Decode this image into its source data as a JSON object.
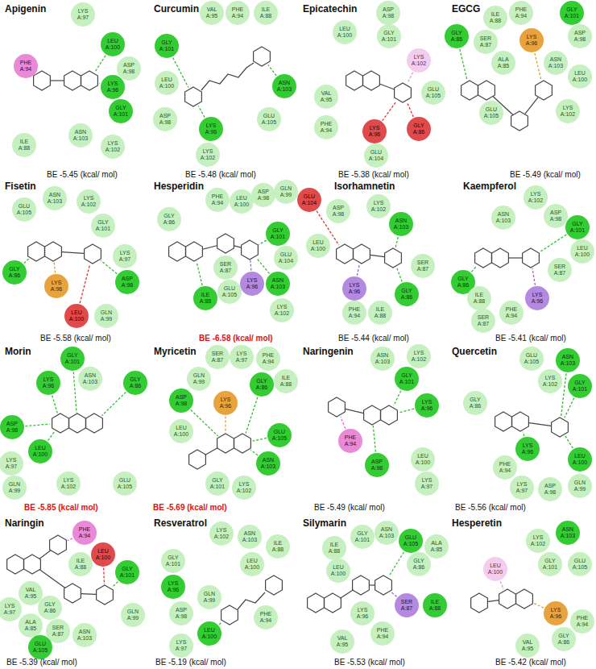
{
  "diagram": {
    "nodes": [
      {
        "text": [
          "LYS A:97"
        ]
      },
      {
        "text": [
          "LEU A:100"
        ]
      },
      {
        "text": [
          "PHE A:94"
        ]
      },
      {
        "text": [
          "ASP A:98"
        ]
      },
      {
        "text": [
          "LYS A:96"
        ]
      },
      {
        "text": [
          "GLY A:101"
        ]
      },
      {
        "text": [
          "ASN A:103"
        ]
      },
      {
        "text": [
          "ILE A:88"
        ]
      },
      {
        "text": [
          "LYS A:102"
        ]
      },
      {
        "text": [
          "VAL A:95"
        ]
      },
      {
        "text": [
          "PHE A:94"
        ]
      },
      {
        "text": [
          "ILE A:88"
        ]
      },
      {
        "text": [
          "GLY A:101"
        ]
      },
      {
        "text": [
          "LEU A:100"
        ]
      },
      {
        "text": [
          "ASN A:103"
        ]
      },
      {
        "text": [
          "ASP A:98"
        ]
      },
      {
        "text": [
          "GLU A:105"
        ]
      },
      {
        "text": [
          "LYS A:96"
        ]
      },
      {
        "text": [
          "LYS A:102"
        ]
      },
      {
        "text": [
          "ASP A:98"
        ]
      },
      {
        "text": [
          "LEU A:100"
        ]
      },
      {
        "text": [
          "GLY A:101"
        ]
      },
      {
        "text": [
          "LYS A:102"
        ]
      },
      {
        "text": [
          "GLU A:105"
        ]
      },
      {
        "text": [
          "VAL A:95"
        ]
      },
      {
        "text": [
          "PHE A:94"
        ]
      },
      {
        "text": [
          "LYS A:96"
        ]
      },
      {
        "text": [
          "GLY A:86"
        ]
      },
      {
        "text": [
          "GLU A:104"
        ]
      },
      {
        "text": [
          "ILE A:88"
        ]
      },
      {
        "text": [
          "PHE A:94"
        ]
      },
      {
        "text": [
          "GLY A:101"
        ]
      },
      {
        "text": [
          "GLY A:86"
        ]
      },
      {
        "text": [
          "SER A:87"
        ]
      },
      {
        "text": [
          "LYS A:96"
        ]
      },
      {
        "text": [
          "ASP A:98"
        ]
      },
      {
        "text": [
          "ALA A:85"
        ]
      },
      {
        "text": [
          "ASN A:103"
        ]
      },
      {
        "text": [
          "LEU A:100"
        ]
      },
      {
        "text": [
          "LYS A:102"
        ]
      },
      {
        "text": [
          "GLU A:105"
        ]
      },
      {
        "text": [
          "GLU A:105"
        ]
      },
      {
        "text": [
          "ASN A:103"
        ]
      },
      {
        "text": [
          "LYS A:102"
        ]
      },
      {
        "text": [
          "GLY A:101"
        ]
      },
      {
        "text": [
          "LYS A:97"
        ]
      },
      {
        "text": [
          "GLY A:86"
        ]
      },
      {
        "text": [
          "ASP A:98"
        ]
      },
      {
        "text": [
          "LYS A:96"
        ]
      },
      {
        "text": [
          "LEU A:100"
        ]
      },
      {
        "text": [
          "GLN A:99"
        ]
      },
      {
        "text": [
          "PHE A:94"
        ]
      },
      {
        "text": [
          "LEU A:100"
        ]
      },
      {
        "text": [
          "ASP A:98"
        ]
      },
      {
        "text": [
          "GLN A:99"
        ]
      },
      {
        "text": [
          "GLY A:86"
        ]
      },
      {
        "text": [
          "GLY A:101"
        ]
      },
      {
        "text": [
          "GLU A:104"
        ]
      },
      {
        "text": [
          "SER A:87"
        ]
      },
      {
        "text": [
          "ASN A:103"
        ]
      },
      {
        "text": [
          "LYS A:96"
        ]
      },
      {
        "text": [
          "GLU A:105"
        ]
      },
      {
        "text": [
          "ILE A:88"
        ]
      },
      {
        "text": [
          "LYS A:102"
        ]
      },
      {
        "text": [
          "GLU A:104"
        ]
      },
      {
        "text": [
          "ASP A:98"
        ]
      },
      {
        "text": [
          "LYS A:102"
        ]
      },
      {
        "text": [
          "ASN A:103"
        ]
      },
      {
        "text": [
          "LEU A:100"
        ]
      },
      {
        "text": [
          "SER A:87"
        ]
      },
      {
        "text": [
          "LYS A:96"
        ]
      },
      {
        "text": [
          "GLY A:86"
        ]
      },
      {
        "text": [
          "PHE A:94"
        ]
      },
      {
        "text": [
          "ILE A:88"
        ]
      },
      {
        "text": [
          "LYS A:102"
        ]
      },
      {
        "text": [
          "ASP A:98"
        ]
      },
      {
        "text": [
          "ASN A:103"
        ]
      },
      {
        "text": [
          "GLY A:101"
        ]
      },
      {
        "text": [
          "LEU A:100"
        ]
      },
      {
        "text": [
          "SER A:87"
        ]
      },
      {
        "text": [
          "GLY A:86"
        ]
      },
      {
        "text": [
          "ILE A:88"
        ]
      },
      {
        "text": [
          "LYS A:96"
        ]
      },
      {
        "text": [
          "PHE A:94"
        ]
      },
      {
        "text": [
          "SER A:87"
        ]
      },
      {
        "text": [
          "GLY A:101"
        ]
      },
      {
        "text": [
          "ASN A:103"
        ]
      },
      {
        "text": [
          "LYS A:96"
        ]
      },
      {
        "text": [
          "GLY A:86"
        ]
      },
      {
        "text": [
          "ASP A:98"
        ]
      },
      {
        "text": [
          "LEU A:100"
        ]
      },
      {
        "text": [
          "LYS A:97"
        ]
      },
      {
        "text": [
          "GLN A:99"
        ]
      },
      {
        "text": [
          "LYS A:102"
        ]
      },
      {
        "text": [
          "GLU A:105"
        ]
      },
      {
        "text": [
          "SER A:87"
        ]
      },
      {
        "text": [
          "LYS A:97"
        ]
      },
      {
        "text": [
          "PHE A:94"
        ]
      },
      {
        "text": [
          "GLN A:99"
        ]
      },
      {
        "text": [
          "GLY A:86"
        ]
      },
      {
        "text": [
          "ILE A:88"
        ]
      },
      {
        "text": [
          "ASP A:98"
        ]
      },
      {
        "text": [
          "LYS A:96"
        ]
      },
      {
        "text": [
          "LEU A:100"
        ]
      },
      {
        "text": [
          "GLU A:105"
        ]
      },
      {
        "text": [
          "ASN A:103"
        ]
      },
      {
        "text": [
          "GLY A:101"
        ]
      },
      {
        "text": [
          "LYS A:102"
        ]
      },
      {
        "text": [
          "ASN A:103"
        ]
      },
      {
        "text": [
          "LYS A:102"
        ]
      },
      {
        "text": [
          "GLY A:101"
        ]
      },
      {
        "text": [
          "LYS A:96"
        ]
      },
      {
        "text": [
          "PHE A:94"
        ]
      },
      {
        "text": [
          "ASP A:98"
        ]
      },
      {
        "text": [
          "LEU A:100"
        ]
      },
      {
        "text": [
          "LYS A:97"
        ]
      },
      {
        "text": [
          "GLU A:105"
        ]
      },
      {
        "text": [
          "ASN A:103"
        ]
      },
      {
        "text": [
          "LYS A:102"
        ]
      },
      {
        "text": [
          "GLY A:101"
        ]
      },
      {
        "text": [
          "GLY A:86"
        ]
      },
      {
        "text": [
          "LYS A:96"
        ]
      },
      {
        "text": [
          "PHE A:94"
        ]
      },
      {
        "text": [
          "LEU A:100"
        ]
      },
      {
        "text": [
          "LYS A:97"
        ]
      },
      {
        "text": [
          "ASP A:98"
        ]
      },
      {
        "text": [
          "GLN A:99"
        ]
      },
      {
        "text": [
          "PHE A:94"
        ]
      },
      {
        "text": [
          "LEU A:100"
        ]
      },
      {
        "text": [
          "ILE A:88"
        ]
      },
      {
        "text": [
          "GLY A:101"
        ]
      },
      {
        "text": [
          "VAL A:95"
        ]
      },
      {
        "text": [
          "LYS A:97"
        ]
      },
      {
        "text": [
          "GLY A:86"
        ]
      },
      {
        "text": [
          "GLN A:99"
        ]
      },
      {
        "text": [
          "ALA A:85"
        ]
      },
      {
        "text": [
          "SER A:87"
        ]
      },
      {
        "text": [
          "ASN A:103"
        ]
      },
      {
        "text": [
          "GLU A:105"
        ]
      },
      {
        "text": [
          "LYS A:102"
        ]
      },
      {
        "text": [
          "ASN A:103"
        ]
      },
      {
        "text": [
          "ILE A:88"
        ]
      },
      {
        "text": [
          "GLY A:101"
        ]
      },
      {
        "text": [
          "LEU A:100"
        ]
      },
      {
        "text": [
          "LYS A:96"
        ]
      },
      {
        "text": [
          "GLN A:99"
        ]
      },
      {
        "text": [
          "ASP A:98"
        ]
      },
      {
        "text": [
          "PHE A:94"
        ]
      },
      {
        "text": [
          "LEU A:100"
        ]
      },
      {
        "text": [
          "LYS A:97"
        ]
      },
      {
        "text": [
          "GLY A:101"
        ]
      },
      {
        "text": [
          "ASN A:103"
        ]
      },
      {
        "text": [
          "GLU A:105"
        ]
      },
      {
        "text": [
          "ALA A:85"
        ]
      },
      {
        "text": [
          "ILE A:88"
        ]
      },
      {
        "text": [
          "GLY A:86"
        ]
      },
      {
        "text": [
          "LEU A:100"
        ]
      },
      {
        "text": [
          "SER A:87"
        ]
      },
      {
        "text": [
          "ILE A:88"
        ]
      },
      {
        "text": [
          "LYS A:96"
        ]
      },
      {
        "text": [
          "PHE A:94"
        ]
      },
      {
        "text": [
          "VAL A:95"
        ]
      },
      {
        "text": [
          "LYS A:102"
        ]
      },
      {
        "text": [
          "ASN A:103"
        ]
      },
      {
        "text": [
          "GLY A:101"
        ]
      },
      {
        "text": [
          "GLU A:105"
        ]
      },
      {
        "text": [
          "LEU A:100"
        ]
      },
      {
        "text": [
          "LYS A:96"
        ]
      },
      {
        "text": [
          "GLY A:86"
        ]
      },
      {
        "text": [
          "PHE A:94"
        ]
      },
      {
        "text": [
          "VAL A:95"
        ]
      }
    ],
    "labels": [
      "Apigenin",
      "BE -5.45 (kcal/ mol)",
      "Curcumin",
      "BE -5.48 (kcal/ mol)",
      "Epicatechin",
      "BE -5.38 (kcal/ mol)",
      "EGCG",
      "BE -5.49 (kcal/ mol)",
      "Fisetin",
      "BE -5.58 (kcal/ mol)",
      "Hesperidin",
      "BE -6.58 (kcal/ mol)",
      "Isorhamnetin",
      "BE -5.44 (kcal/ mol)",
      "Kaempferol",
      "BE -5.41 (kcal/ mol)",
      "Morin",
      "BE -5.85 (kcal/ mol)",
      "Myricetin",
      "BE -5.69 (kcal/ mol)",
      "Naringenin",
      "BE -5.49 (kcal/ mol)",
      "Quercetin",
      "BE -5.56 (kcal/ mol)",
      "Naringin",
      "BE -5.39 (kcal/ mol)",
      "Resveratrol",
      "BE -5.19 (kcal/ mol)",
      "Silymarin",
      "BE -5.53 (kcal/ mol)",
      "Hesperetin",
      "BE -5.42 (kcal/ mol)"
    ]
  }
}
